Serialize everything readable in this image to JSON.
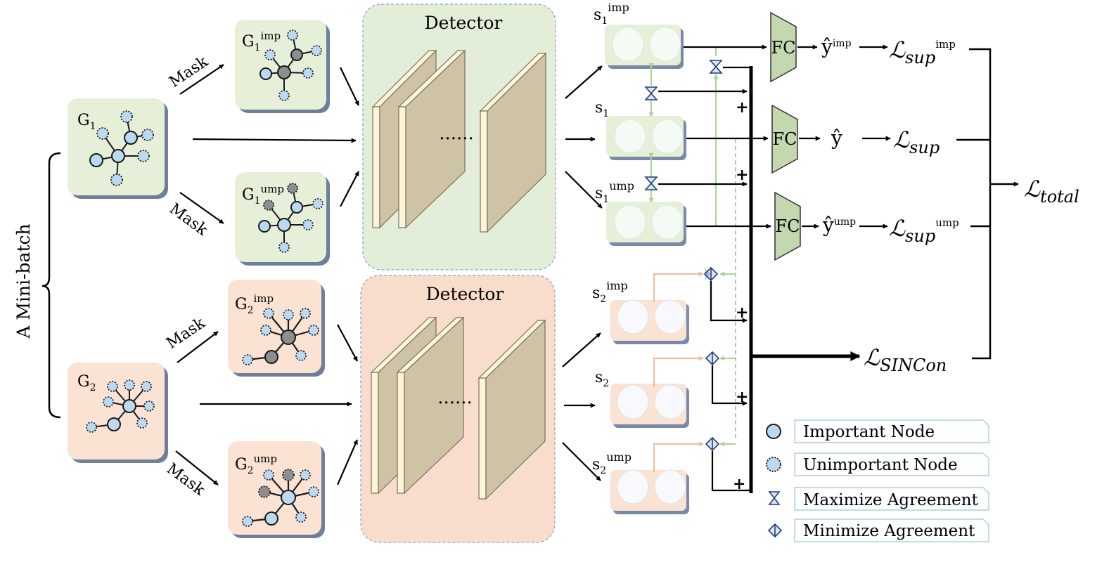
{
  "colors": {
    "green_fill": "#e6f0d9",
    "orange_fill": "#fbe3d3",
    "detector_green": "#e2eed8",
    "detector_orange": "#f8ddcd",
    "layer_front": "#cfc3a6",
    "layer_side": "#fdf5d8",
    "node_important": "#bcd9f2",
    "node_dark": "#8e8e8e",
    "fc_fill": "#c4d8b0",
    "agree_green": "#a9d39a",
    "agree_orange": "#f5b99a"
  },
  "left": {
    "batch_label": "A Mini-batch",
    "mask_label": "Mask"
  },
  "graphs": {
    "g1": "G",
    "g1_sub": "1",
    "g1_imp_sup": "imp",
    "g1_ump_sup": "ump",
    "g2": "G",
    "g2_sub": "2",
    "g2_imp_sup": "imp",
    "g2_ump_sup": "ump"
  },
  "detector": {
    "title_top": "Detector",
    "title_bottom": "Detector",
    "dots": "......"
  },
  "embeddings": {
    "s": "s",
    "s1_sub": "1",
    "s2_sub": "2",
    "imp_sup": "imp",
    "ump_sup": "ump"
  },
  "heads": {
    "fc": "FC",
    "y_hat": "ŷ",
    "imp_sup": "imp",
    "ump_sup": "ump",
    "plus": "+"
  },
  "losses": {
    "L": "ℒ",
    "sup": "sup",
    "sup_imp_sup": "imp",
    "sup_ump_sup": "ump",
    "sincon": "SINCon",
    "total": "total"
  },
  "legend": [
    {
      "icon": "important-node-icon",
      "label": "Important Node"
    },
    {
      "icon": "unimportant-node-icon",
      "label": "Unimportant Node"
    },
    {
      "icon": "maximize-agreement-icon",
      "label": "Maximize Agreement"
    },
    {
      "icon": "minimize-agreement-icon",
      "label": "Minimize Agreement"
    }
  ]
}
